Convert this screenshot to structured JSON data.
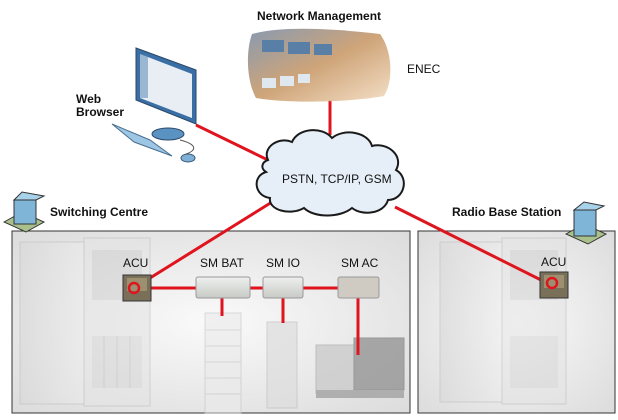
{
  "title": "Network Management",
  "nodes": {
    "network_management": {
      "label": "Network Management",
      "sublabel": "ENEC"
    },
    "web_browser": {
      "label_line1": "Web",
      "label_line2": "Browser"
    },
    "cloud": {
      "label": "PSTN, TCP/IP, GSM"
    },
    "switching_centre": {
      "label": "Switching Centre"
    },
    "radio_base_station": {
      "label": "Radio Base Station"
    },
    "acu_switching": {
      "label": "ACU"
    },
    "acu_radio": {
      "label": "ACU"
    },
    "sm_bat": {
      "label": "SM BAT"
    },
    "sm_io": {
      "label": "SM IO"
    },
    "sm_ac": {
      "label": "SM AC"
    }
  },
  "colors": {
    "link": "#e0141e",
    "panel_border": "#333333",
    "cloud_fill": "#e6eff8",
    "cloud_stroke": "#1a1a1a",
    "building_blue": "#7fb6d8",
    "building_base": "#a9c08c"
  },
  "connections": [
    {
      "from": "web_browser",
      "to": "cloud"
    },
    {
      "from": "network_management",
      "to": "cloud"
    },
    {
      "from": "cloud",
      "to": "acu_switching"
    },
    {
      "from": "cloud",
      "to": "acu_radio"
    },
    {
      "from": "acu_switching",
      "to": "sm_bat"
    },
    {
      "from": "sm_bat",
      "to": "sm_io"
    },
    {
      "from": "sm_io",
      "to": "sm_ac"
    },
    {
      "from": "sm_bat",
      "to": "battery_rack"
    },
    {
      "from": "sm_io",
      "to": "io_cabinet"
    },
    {
      "from": "sm_ac",
      "to": "generator"
    }
  ]
}
